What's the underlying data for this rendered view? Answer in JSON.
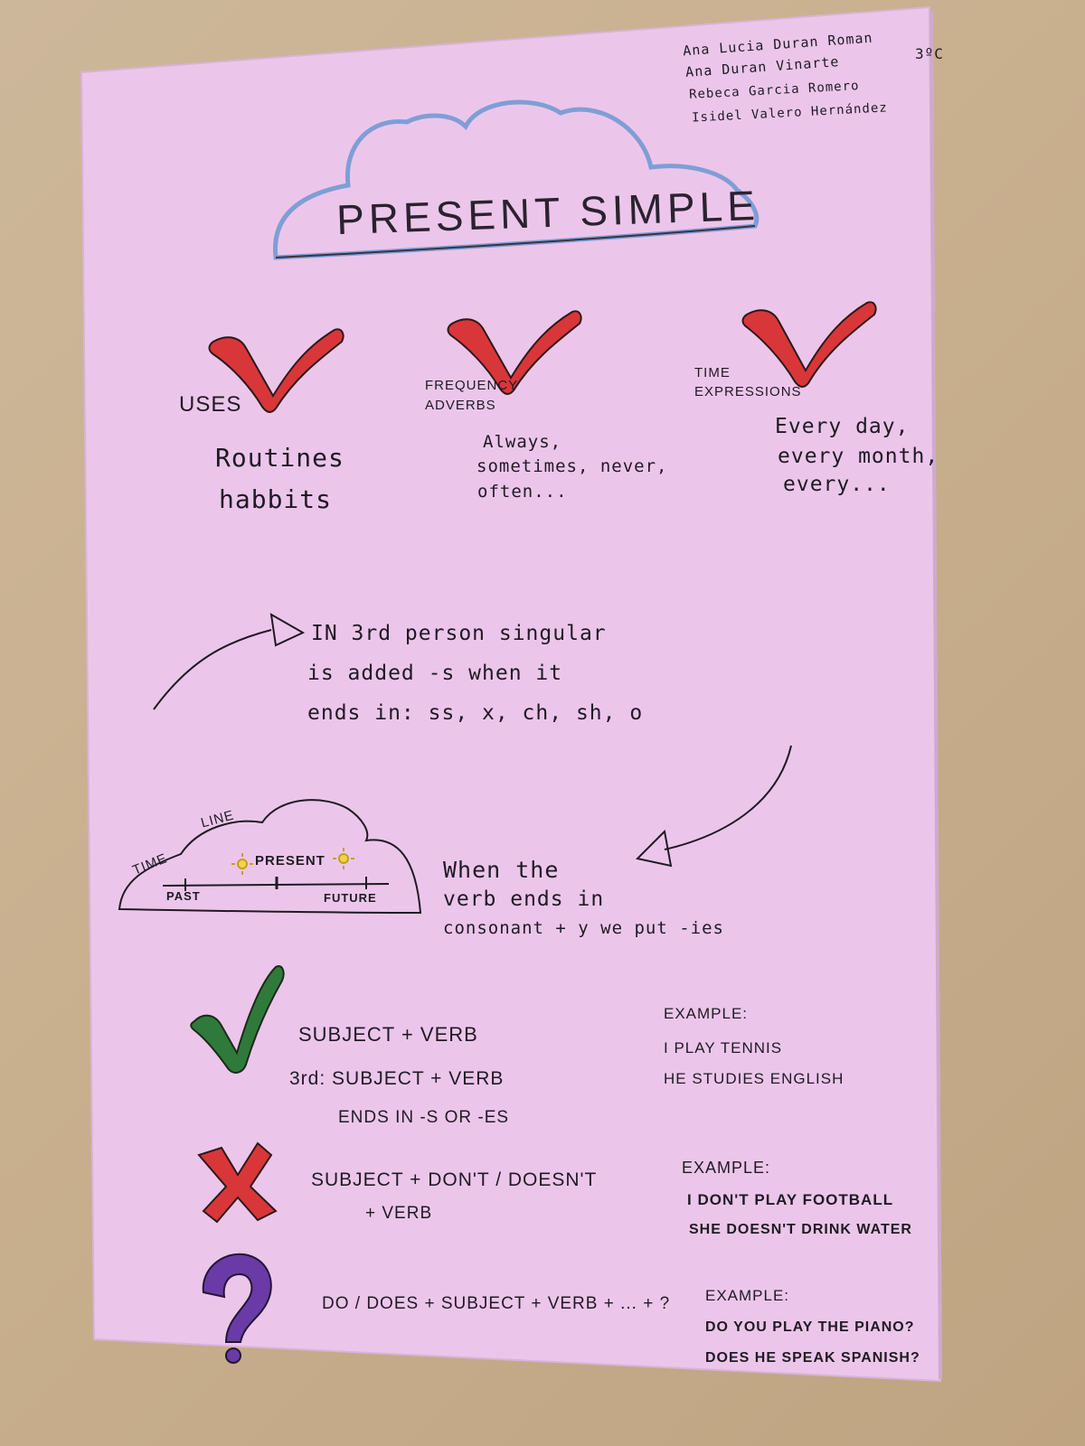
{
  "authors": {
    "names": [
      "Ana Lucia Duran Roman",
      "Ana Duran Vinarte",
      "Rebeca Garcia Romero",
      "Isidel Valero Hernández"
    ],
    "class": "3ºC"
  },
  "title": "PRESENT SIMPLE",
  "columns": [
    {
      "heading": "USES",
      "body": [
        "Routines",
        "habbits"
      ]
    },
    {
      "heading": "FREQUENCY ADVERBS",
      "body": [
        "Always,",
        "sometimes, never,",
        "often..."
      ]
    },
    {
      "heading": "TIME EXPRESSIONS",
      "body": [
        "Every day,",
        "every month,",
        "every..."
      ]
    }
  ],
  "rule_third_person": [
    "IN 3rd person singular",
    "is added -s when it",
    "ends in: ss, x, ch, sh, o"
  ],
  "timeline": {
    "title_left": "TIME",
    "title_right": "LINE",
    "present": "PRESENT",
    "past": "PAST",
    "future": "FUTURE"
  },
  "rule_ies": [
    "When the",
    "verb ends in",
    "consonant + y we put -ies"
  ],
  "affirmative": {
    "lines": [
      "SUBJECT + VERB",
      "3rd: SUBJECT + VERB",
      "ENDS IN -S OR -ES"
    ],
    "example_label": "EXAMPLE:",
    "examples": [
      "I PLAY TENNIS",
      "HE STUDIES ENGLISH"
    ]
  },
  "negative": {
    "lines": [
      "SUBJECT + DON'T / DOESN'T",
      "+ VERB"
    ],
    "example_label": "EXAMPLE:",
    "examples": [
      "I DON'T PLAY FOOTBALL",
      "SHE DOESN'T DRINK WATER"
    ]
  },
  "question": {
    "lines": [
      "DO / DOES + SUBJECT + VERB + ... + ?"
    ],
    "example_label": "EXAMPLE:",
    "examples": [
      "DO YOU PLAY THE PIANO?",
      "DOES HE SPEAK SPANISH?"
    ]
  },
  "colors": {
    "paper": "#ecc6ea",
    "red_check": "#d9363a",
    "green_check": "#2f7a3a",
    "purple_question": "#6a3aa6",
    "cloud_outline": "#7f9ed6",
    "ink": "#1f1a24"
  }
}
